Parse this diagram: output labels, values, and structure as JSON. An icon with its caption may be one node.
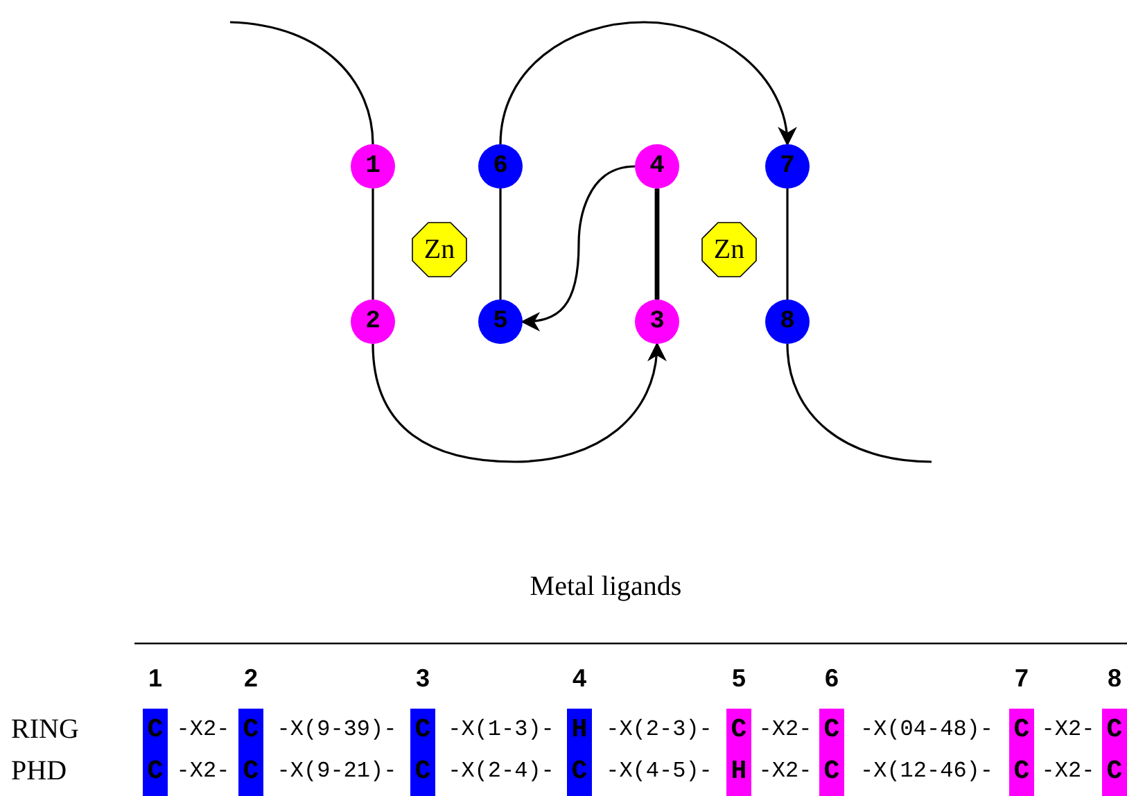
{
  "diagram": {
    "nodes": [
      {
        "text": [
          "1"
        ]
      },
      {
        "text": [
          "6"
        ]
      },
      {
        "text": [
          "4"
        ]
      },
      {
        "text": [
          "7"
        ]
      },
      {
        "text": [
          "Zn"
        ]
      },
      {
        "text": [
          "Zn"
        ]
      },
      {
        "text": [
          "2"
        ]
      },
      {
        "text": [
          "5"
        ]
      },
      {
        "text": [
          "3"
        ]
      },
      {
        "text": [
          "8"
        ]
      }
    ],
    "edges": [
      {
        "from": null,
        "to": 0,
        "arrow": "none"
      },
      {
        "from": 0,
        "to": 6,
        "arrow": "none"
      },
      {
        "from": 6,
        "to": 8,
        "arrow": "to"
      },
      {
        "from": 8,
        "to": 2,
        "arrow": "none",
        "style": "thick"
      },
      {
        "from": 2,
        "to": 7,
        "arrow": "to"
      },
      {
        "from": 7,
        "to": 1,
        "arrow": "none"
      },
      {
        "from": 1,
        "to": 3,
        "arrow": "to"
      },
      {
        "from": 3,
        "to": 9,
        "arrow": "none"
      },
      {
        "from": 9,
        "to": null,
        "arrow": "none"
      }
    ],
    "labels": [
      "Metal ligands",
      "1",
      "2",
      "3",
      "4",
      "5",
      "6",
      "7",
      "8",
      "RING",
      "C",
      "-X2-",
      "C",
      "-X(9-39)-",
      "C",
      "-X(1-3)-",
      "H",
      "-X(2-3)-",
      "C",
      "-X2-",
      "C",
      "-X(04-48)-",
      "C",
      "-X2-",
      "C",
      "PHD",
      "C",
      "-X2-",
      "C",
      "-X(9-21)-",
      "C",
      "-X(2-4)-",
      "C",
      "-X(4-5)-",
      "H",
      "-X2-",
      "C",
      "-X(12-46)-",
      "C",
      "-X2-",
      "C"
    ]
  }
}
